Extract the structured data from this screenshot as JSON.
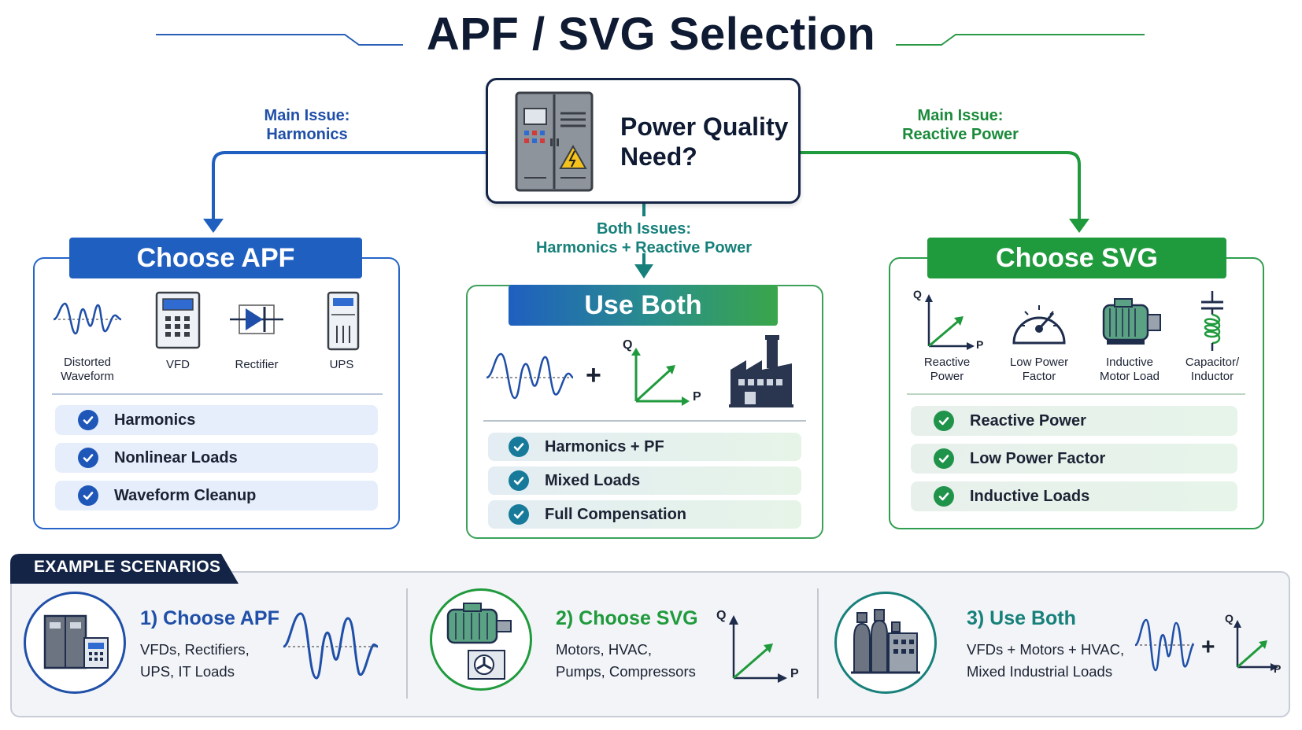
{
  "title": "APF / SVG Selection",
  "center": {
    "question_line1": "Power Quality",
    "question_line2": "Need?"
  },
  "branches": {
    "left": {
      "line1": "Main Issue:",
      "line2": "Harmonics"
    },
    "right": {
      "line1": "Main Issue:",
      "line2": "Reactive Power"
    },
    "middle": {
      "line1": "Both Issues:",
      "line2": "Harmonics + Reactive Power"
    }
  },
  "apf": {
    "banner": "Choose APF",
    "icons": [
      {
        "icon": "distorted-waveform-icon",
        "line1": "Distorted",
        "line2": "Waveform"
      },
      {
        "icon": "vfd-icon",
        "line1": "VFD",
        "line2": ""
      },
      {
        "icon": "rectifier-icon",
        "line1": "Rectifier",
        "line2": ""
      },
      {
        "icon": "ups-icon",
        "line1": "UPS",
        "line2": ""
      }
    ],
    "checks": [
      "Harmonics",
      "Nonlinear Loads",
      "Waveform Cleanup"
    ]
  },
  "both": {
    "banner": "Use Both",
    "plus": "+",
    "q_label": "Q",
    "p_label": "P",
    "checks": [
      "Harmonics + PF",
      "Mixed Loads",
      "Full Compensation"
    ]
  },
  "svg": {
    "banner": "Choose SVG",
    "q_label": "Q",
    "p_label": "P",
    "icons": [
      {
        "icon": "reactive-power-icon",
        "line1": "Reactive",
        "line2": "Power"
      },
      {
        "icon": "gauge-icon",
        "line1": "Low Power",
        "line2": "Factor"
      },
      {
        "icon": "motor-icon",
        "line1": "Inductive",
        "line2": "Motor Load"
      },
      {
        "icon": "capacitor-inductor-icon",
        "line1": "Capacitor/",
        "line2": "Inductor"
      }
    ],
    "checks": [
      "Reactive Power",
      "Low Power Factor",
      "Inductive Loads"
    ]
  },
  "examples": {
    "tab": "EXAMPLE SCENARIOS",
    "items": [
      {
        "title": "1) Choose APF",
        "line1": "VFDs, Rectifiers,",
        "line2": "UPS, IT Loads"
      },
      {
        "title": "2) Choose SVG",
        "line1": "Motors, HVAC,",
        "line2": "Pumps, Compressors",
        "q_label": "Q",
        "p_label": "P"
      },
      {
        "title": "3) Use Both",
        "line1": "VFDs + Motors + HVAC,",
        "line2": "Mixed Industrial Loads",
        "plus": "+",
        "q_label": "Q",
        "p_label": "P"
      }
    ]
  },
  "colors": {
    "navy": "#0f1a33",
    "apf_blue": "#1f5fc0",
    "svg_green": "#1f9a3c",
    "teal": "#17807a"
  }
}
